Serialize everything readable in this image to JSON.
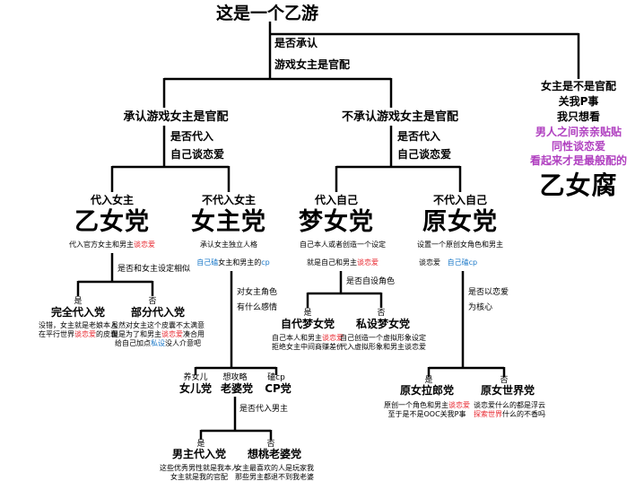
{
  "colors": {
    "line": "#000000",
    "accent_red": "#e8222a",
    "accent_blue": "#1a78c8",
    "accent_purple": "#b040c0"
  },
  "root": {
    "title": "这是一个乙游"
  },
  "question_acknowledge": {
    "line1": "是否承认",
    "line2": "游戏女主是官配"
  },
  "acknowledge": {
    "label": "承认游戏女主是官配",
    "q1": "是否代入",
    "q2": "自己谈恋爱"
  },
  "not_acknowledge": {
    "label": "不承认游戏女主是官配",
    "q1": "是否代入",
    "q2": "自己谈恋爱"
  },
  "yinv": {
    "q1": "女主是不是官配",
    "q2": "关我P事",
    "q3": "我只想看",
    "p1": "男人之间亲亲贴贴",
    "p2": "同性谈恋爱",
    "p3": "看起来才是最般配的",
    "title": "乙女腐"
  },
  "yinv_party": {
    "label": "代入女主",
    "title": "乙女党",
    "desc_pre": "代入官方女主和男主",
    "desc_red": "谈恋爱",
    "question": "是否和女主设定相似"
  },
  "nvzhu_party": {
    "label": "不代入女主",
    "title": "女主党",
    "desc1": "承认女主独立人格",
    "desc2_blue1": "自己磕",
    "desc2_mid": "女主和男主的",
    "desc2_blue2": "cp",
    "q1": "对女主角色",
    "q2": "有什么感情"
  },
  "meng_party": {
    "label": "代入自己",
    "title": "梦女党",
    "desc1": "自己本人或者创造一个设定",
    "desc2_pre": "就是自己和男主",
    "desc2_red": "谈恋爱",
    "question": "是否自设角色"
  },
  "yuan_party": {
    "label": "不代入自己",
    "title": "原女党",
    "desc1": "设置一个原创女角色和男主",
    "desc2_pre": "谈恋爱",
    "desc2_blue": "自己磕cp",
    "q1": "是否以恋爱",
    "q2": "为核心"
  },
  "full_sub": {
    "tag": "是",
    "title": "完全代入党",
    "d1": "没错，女主就是老娘本人",
    "d2_pre": "在平行世界",
    "d2_red": "谈恋爱",
    "d2_post": "的皮囊"
  },
  "part_sub": {
    "tag": "否",
    "title": "部分代入党",
    "d1": "虽然对女主这个皮囊不太满意",
    "d2_pre": "但是为了和男主",
    "d2_red": "谈恋爱",
    "d2_post": "凑合用",
    "d3_pre": "给自己加点",
    "d3_blue": "私设",
    "d3_post": "没人介意吧"
  },
  "self_meng": {
    "tag": "是",
    "title": "自代梦女党",
    "d1_pre": "自己本人和男主",
    "d1_red": "谈恋爱",
    "d2": "拒绝女主中间商赚差价"
  },
  "oc_meng": {
    "tag": "否",
    "title": "私设梦女党",
    "d1": "自己创造一个虚拟形象设定",
    "d2": "代入虚拟形象和男主谈恋爱"
  },
  "daughter": {
    "tag": "养女儿",
    "title": "女儿党"
  },
  "wife": {
    "tag": "想攻略",
    "title": "老婆党"
  },
  "cp": {
    "tag": "磕cp",
    "title": "CP党",
    "question": "是否代入男主"
  },
  "male_sub": {
    "tag": "是",
    "title": "男主代入党",
    "d1": "这些优秀男性就是我本人",
    "d2": "女主就是我的官配"
  },
  "peach_wife": {
    "tag": "否",
    "title": "想桃老婆党",
    "d1": "女主最喜欢的人是玩家我",
    "d2": "那些男主都退不到我老婆"
  },
  "lapeng": {
    "tag": "是",
    "title": "原女拉郎党",
    "d1_pre": "原创一个角色和男主",
    "d1_red": "谈恋爱",
    "d2": "至于是不是OOC关我P事"
  },
  "world": {
    "tag": "否",
    "title": "原女世界党",
    "d1": "谈恋爱什么的都是浮云",
    "d2_red": "探索世界",
    "d2_post": "什么的不香吗"
  }
}
